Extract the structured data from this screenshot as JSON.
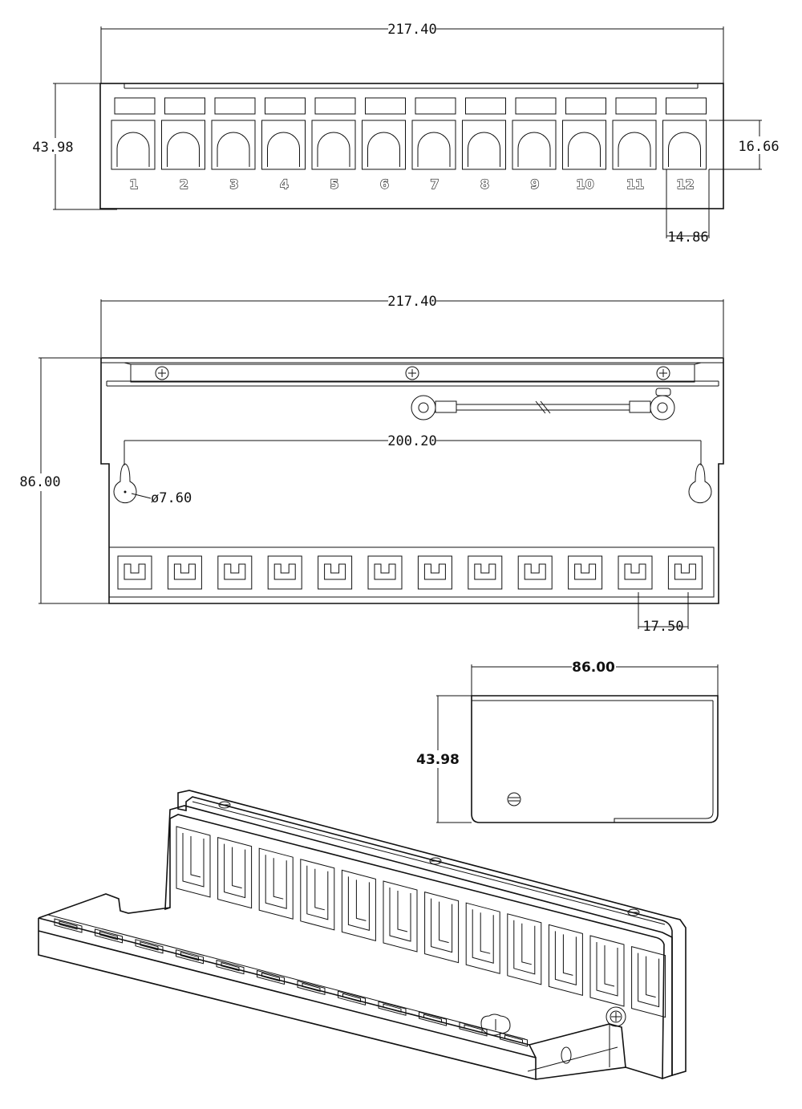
{
  "front_view": {
    "width": "217.40",
    "height": "43.98",
    "port_height": "16.66",
    "port_width": "14.86",
    "ports": [
      "1",
      "2",
      "3",
      "4",
      "5",
      "6",
      "7",
      "8",
      "9",
      "10",
      "11",
      "12"
    ]
  },
  "top_view": {
    "width": "217.40",
    "height": "86.00",
    "hole_spacing": "200.20",
    "hole_diameter": "ø7.60",
    "slot_pitch": "17.50"
  },
  "side_view": {
    "depth": "86.00",
    "height": "43.98"
  }
}
